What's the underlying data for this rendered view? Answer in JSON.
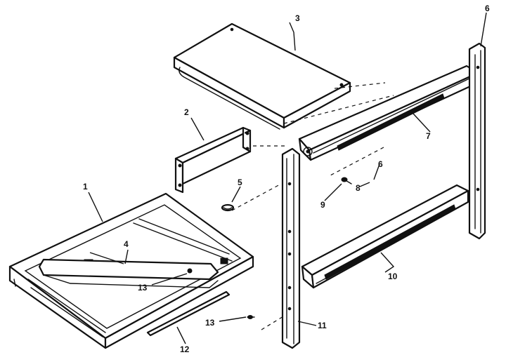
{
  "callouts": {
    "c1": "1",
    "c2": "2",
    "c3": "3",
    "c4": "4",
    "c5": "5",
    "c6a": "6",
    "c6b": "6",
    "c7": "7",
    "c8": "8",
    "c9": "9",
    "c10": "10",
    "c11": "11",
    "c12": "12",
    "c13a": "13",
    "c13b": "13"
  },
  "colors": {
    "ink": "#111111",
    "paper": "#ffffff"
  }
}
